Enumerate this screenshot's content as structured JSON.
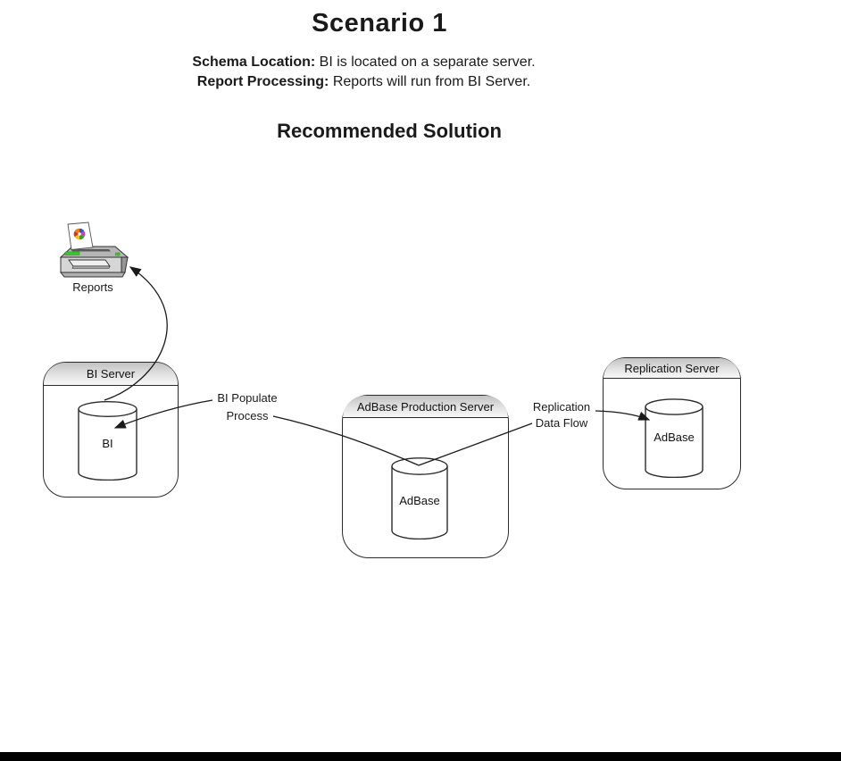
{
  "header": {
    "title": "Scenario 1",
    "line1_label": "Schema Location:",
    "line1_text": " BI is located on a separate server.",
    "line2_label": "Report Processing:",
    "line2_text": " Reports will run from BI Server.",
    "subtitle": "Recommended Solution"
  },
  "diagram": {
    "printer_label": "Reports",
    "servers": [
      {
        "title": "BI Server",
        "database": "BI"
      },
      {
        "title": "AdBase Production Server",
        "database": "AdBase"
      },
      {
        "title": "Replication Server",
        "database": "AdBase"
      }
    ],
    "connectors": [
      {
        "name": "bi-populate-process",
        "label_line1": "BI Populate",
        "label_line2": "Process"
      },
      {
        "name": "replication-data-flow",
        "label_line1": "Replication",
        "label_line2": "Data Flow"
      }
    ]
  },
  "colors": {
    "line": "#1a1a1a",
    "box_border": "#2b2b2b",
    "header_gradient_top": "#c2c2c2",
    "led_green": "#3ec62e",
    "bottom_bar": "#000000"
  }
}
